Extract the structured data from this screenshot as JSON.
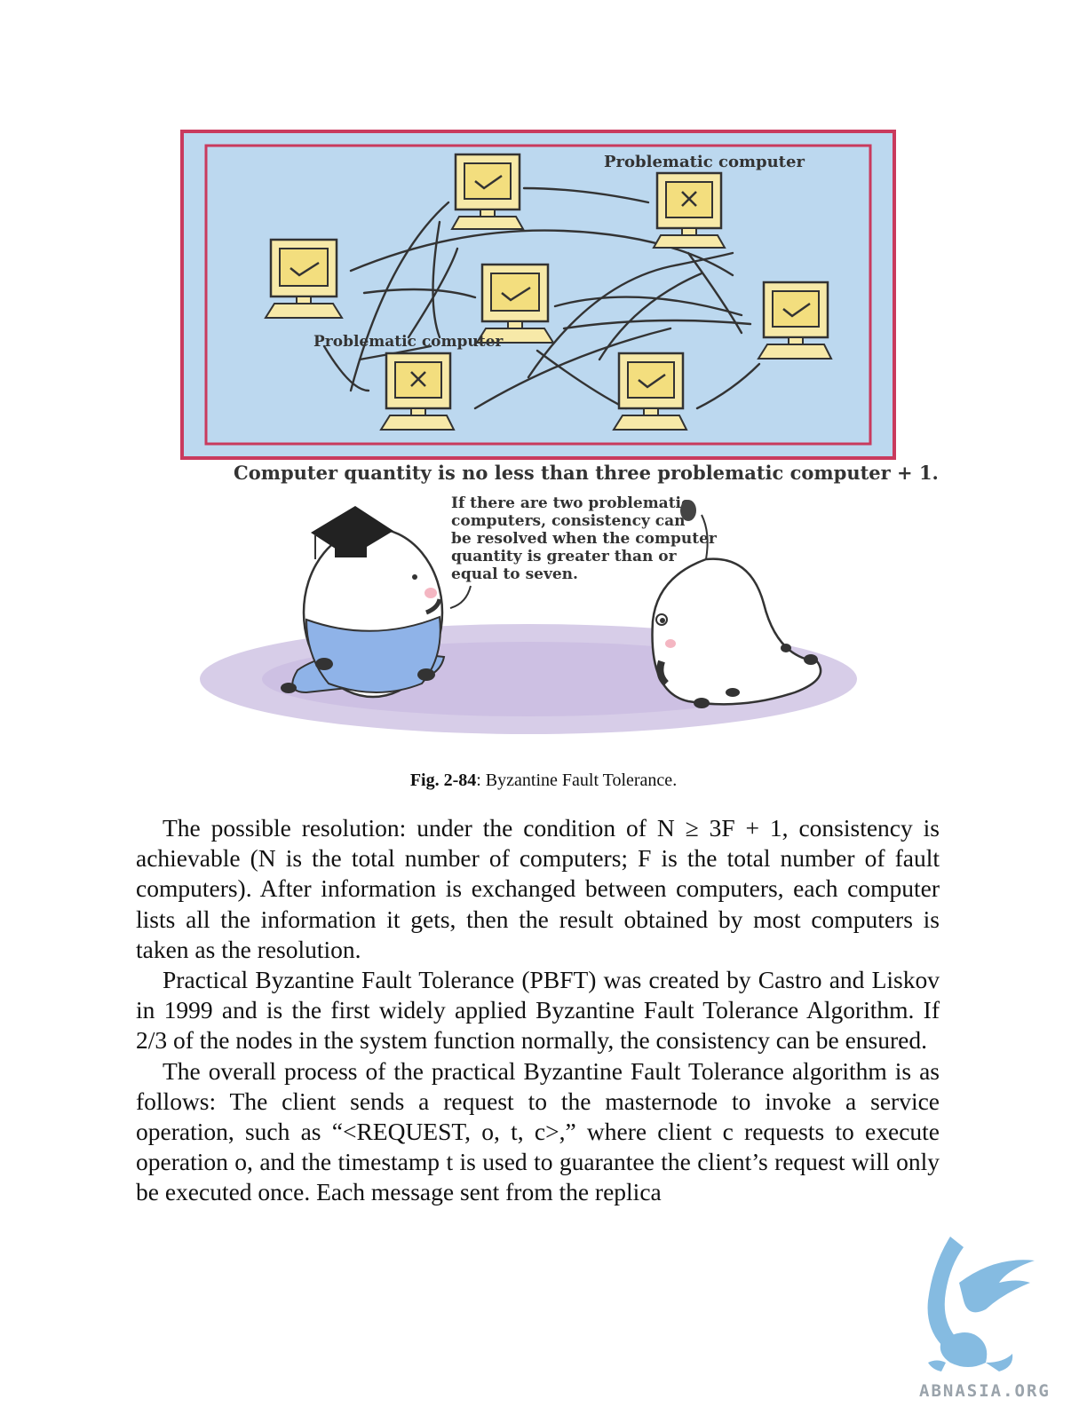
{
  "figure": {
    "labels": {
      "problematic_top": "Problematic computer",
      "problematic_left": "Problematic computer",
      "rule": "Computer quantity is no less than three problematic computer + 1.",
      "speech_lines": [
        "If there are two problematic",
        "computers, consistency can",
        "be resolved when the computer",
        "quantity is greater than or",
        "equal to seven."
      ]
    },
    "icons": [
      "check-icon",
      "cross-icon"
    ],
    "colors": {
      "board": "#bcd8ef",
      "frame": "#cc3355",
      "monitor": "#f7e9a8"
    }
  },
  "caption": {
    "label": "Fig. 2-84",
    "text": ": Byzantine Fault Tolerance."
  },
  "paragraphs": [
    "The possible resolution: under the condition of N ≥ 3F + 1, consistency is achievable (N is the total number of computers; F is the total number of fault computers). After information is exchanged between computers, each computer lists all the information it gets, then the result obtained by most computers is taken as the resolution.",
    "Practical Byzantine Fault Tolerance (PBFT) was created by Castro and Liskov in 1999 and is the first widely applied Byzantine Fault Tolerance Algorithm. If 2/3 of the nodes in the system function normally, the consistency can be ensured.",
    "The overall process of the practical Byzantine Fault Tolerance algorithm is as follows: The client sends a request to the masternode to invoke a service operation, such as “<REQUEST, o, t, c>,” where client c requests to execute operation o, and the timestamp t is used to guarantee the client’s request will only be executed once. Each message sent from the replica"
  ],
  "watermark": {
    "text": "ABNASIA.ORG"
  }
}
